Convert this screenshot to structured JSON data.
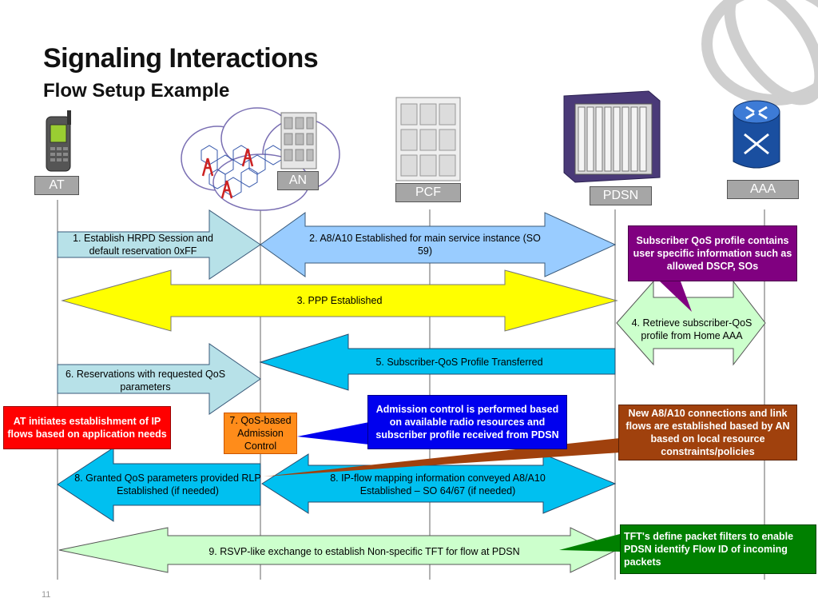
{
  "slide": {
    "title": "Signaling Interactions",
    "subtitle": "Flow Setup Example",
    "page_number": "11"
  },
  "entities": {
    "at": "AT",
    "an": "AN",
    "pcf": "PCF",
    "pdsn": "PDSN",
    "aaa": "AAA"
  },
  "steps": {
    "s1": "1. Establish HRPD Session and default reservation 0xFF",
    "s2": "2. A8/A10 Established for main service instance (SO 59)",
    "s3": "3. PPP Established",
    "s4": "4. Retrieve subscriber-QoS profile from Home AAA",
    "s5": "5. Subscriber-QoS Profile Transferred",
    "s6": "6. Reservations with requested QoS parameters",
    "s7": "7. QoS-based Admission Control",
    "s8a": "8. Granted QoS parameters provided RLP Established (if needed)",
    "s8b": "8. IP-flow mapping information conveyed A8/A10 Established – SO 64/67 (if needed)",
    "s9": "9. RSVP-like exchange to establish Non-specific TFT for flow at PDSN"
  },
  "callouts": {
    "subscriber_profile": "Subscriber QoS profile contains user specific information such as allowed DSCP, SOs",
    "at_initiates": "AT initiates establishment of IP flows based on application needs",
    "admission_control": "Admission control is performed based on available radio resources and subscriber profile received from PDSN",
    "new_connections": "New A8/A10 connections and link flows are established based by AN based on local resource constraints/policies",
    "tft": "TFT's define packet filters to enable PDSN identify Flow ID of incoming packets"
  },
  "colors": {
    "entity_box": "#a6a6a6",
    "light_blue_arrow": "#add8e6",
    "pale_blue_arrow": "#99ccff",
    "yellow_arrow": "#ffff00",
    "cyan_arrow": "#00bfff",
    "light_green_arrow": "#ccffcc",
    "purple_callout": "#800080",
    "red_callout": "#ff0000",
    "blue_callout": "#0000ee",
    "orange_callout": "#ff6600",
    "brown_callout": "#a0410d",
    "green_callout": "#008000"
  },
  "icons": [
    "mobile-phone-icon",
    "radio-network-cloud-icon",
    "base-station-rack-icon",
    "pcf-cabinet-icon",
    "pdsn-chassis-icon",
    "router-icon",
    "logo-globe-icon"
  ]
}
